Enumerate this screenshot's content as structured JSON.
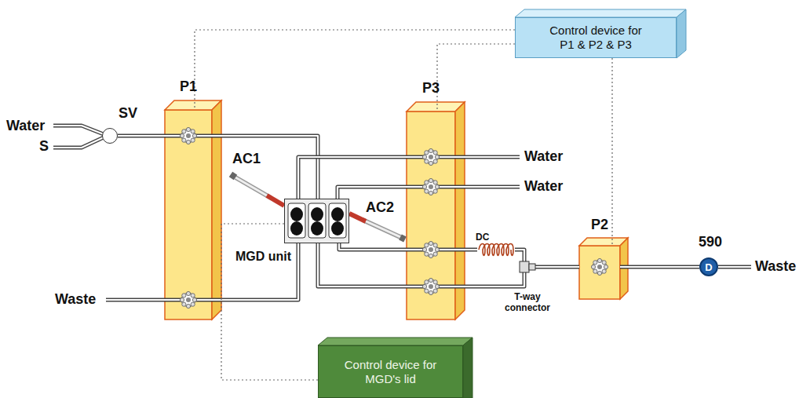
{
  "diagram": {
    "nodes": [
      {
        "text": [
          "Control device for P1 & P2 & P3"
        ]
      },
      {
        "text": [
          "SV"
        ]
      },
      {
        "text": [
          "P1"
        ]
      },
      {
        "text": [
          "MGD unit"
        ]
      },
      {
        "text": [
          "P3"
        ]
      },
      {
        "text": [
          "P2"
        ]
      },
      {
        "text": [
          "590",
          "D"
        ]
      },
      {
        "text": [
          "Control device for MGD's lid"
        ]
      }
    ],
    "edges": [
      {
        "from": 0,
        "to": 2,
        "arrow": "none"
      },
      {
        "from": 0,
        "to": 4,
        "arrow": "none"
      },
      {
        "from": 0,
        "to": 5,
        "arrow": "none"
      },
      {
        "from": 7,
        "to": 3,
        "arrow": "none"
      },
      {
        "from": 1,
        "to": 2,
        "arrow": "none"
      },
      {
        "from": 2,
        "to": 3,
        "arrow": "none"
      },
      {
        "from": 3,
        "to": 4,
        "arrow": "none"
      },
      {
        "from": 4,
        "to": 5,
        "arrow": "none"
      },
      {
        "from": 5,
        "to": 6,
        "arrow": "none"
      }
    ],
    "labels": [
      "Water",
      "S",
      "Waste",
      "AC1",
      "AC2",
      "Water",
      "Water",
      "DC",
      "T-way connector",
      "Waste"
    ]
  }
}
